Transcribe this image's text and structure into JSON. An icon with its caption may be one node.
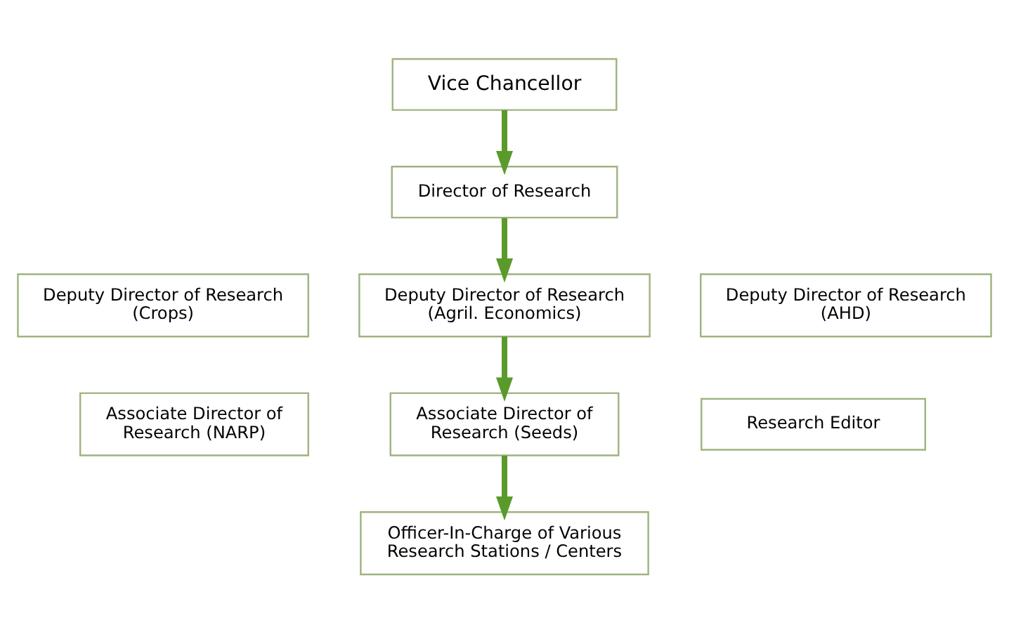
{
  "diagram": {
    "nodes": [
      {
        "text": [
          "Vice Chancellor"
        ]
      },
      {
        "text": [
          "Director of Research"
        ]
      },
      {
        "text": [
          "Deputy Director of Research (Crops)"
        ]
      },
      {
        "text": [
          "Deputy Director of Research (Agril. Economics)"
        ]
      },
      {
        "text": [
          "Deputy Director of Research (AHD)"
        ]
      },
      {
        "text": [
          "Associate Director of Research (NARP)"
        ]
      },
      {
        "text": [
          "Associate Director of Research (Seeds)"
        ]
      },
      {
        "text": [
          "Research Editor"
        ]
      },
      {
        "text": [
          "Officer-In-Charge of Various Research Stations / Centers"
        ]
      }
    ],
    "edges": [
      {
        "from": 0,
        "to": 1,
        "arrow": "to"
      },
      {
        "from": 1,
        "to": 3,
        "arrow": "to"
      },
      {
        "from": 3,
        "to": 6,
        "arrow": "to"
      },
      {
        "from": 6,
        "to": 8,
        "arrow": "to"
      }
    ]
  }
}
